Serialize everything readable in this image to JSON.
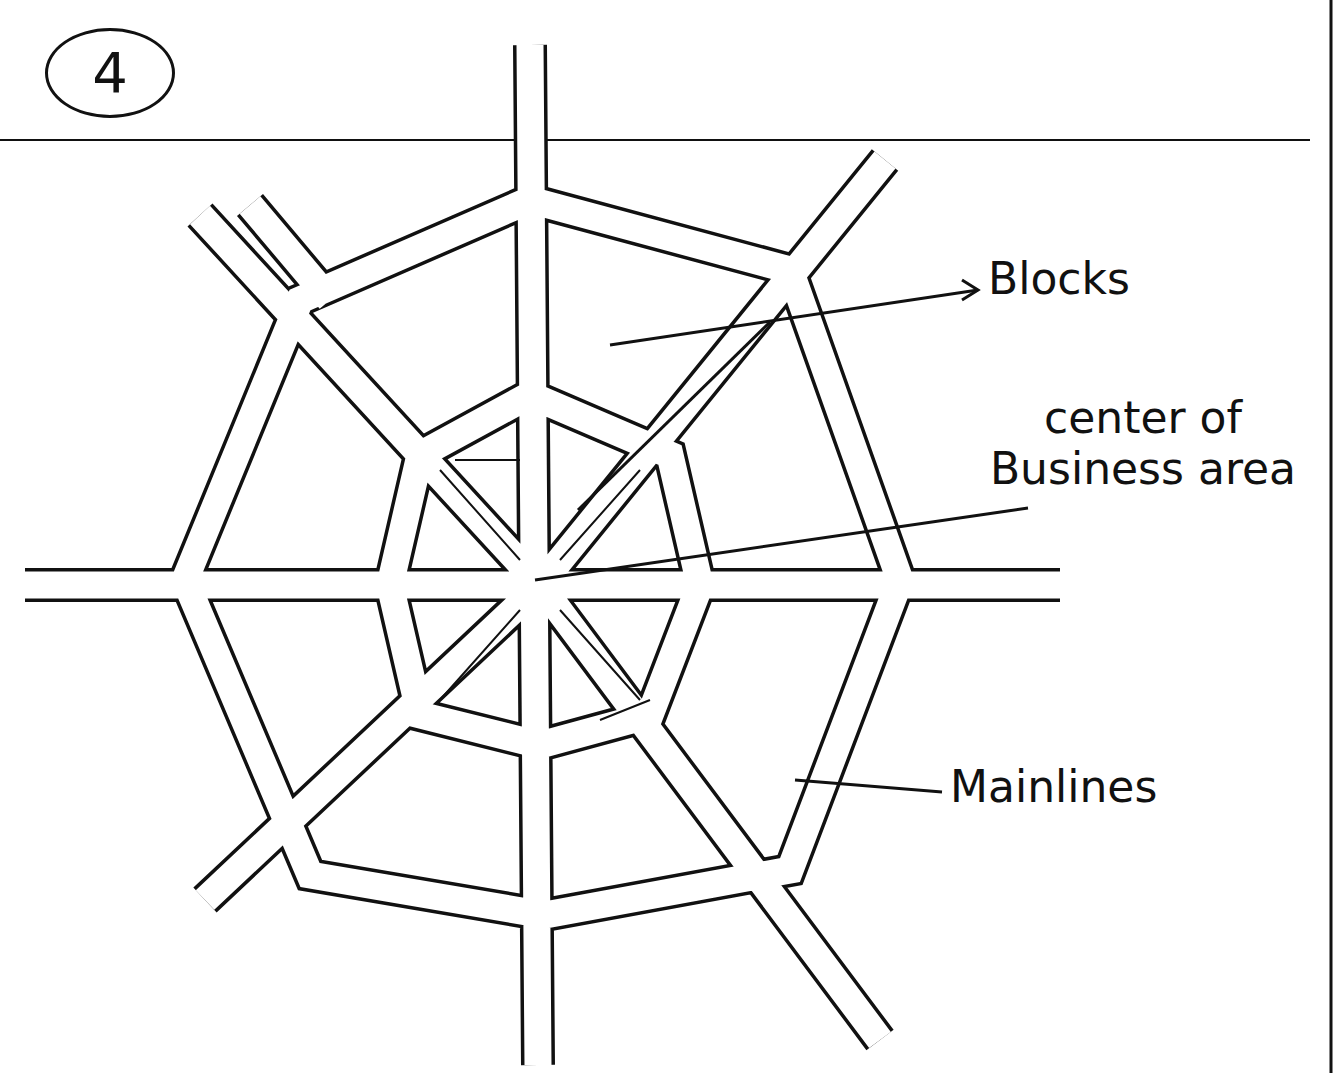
{
  "diagram": {
    "nodes": [
      {
        "text": [
          "4"
        ]
      }
    ],
    "labels": [
      "Blocks",
      "center of Business area",
      "Mainlines"
    ]
  }
}
